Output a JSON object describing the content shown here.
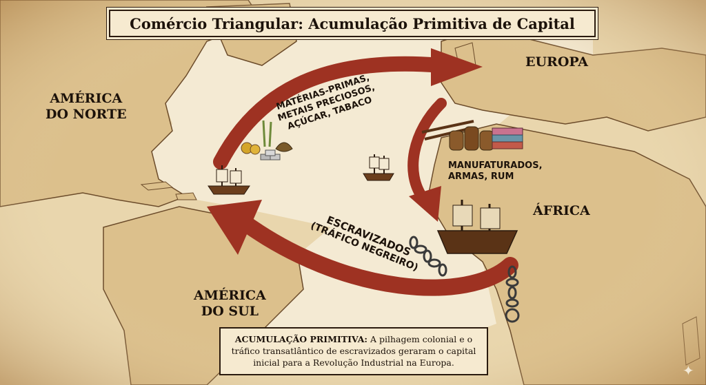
{
  "title": "Comércio Triangular: Acumulação Primitiva de Capital",
  "regions": {
    "north_america": [
      "AMÉRICA",
      "DO NORTE"
    ],
    "south_america": [
      "AMÉRICA",
      "DO SUL"
    ],
    "europe": "EUROPA",
    "africa": "ÁFRICA"
  },
  "routes": {
    "to_europe": [
      "MATÉRIAS-PRIMAS,",
      "METAIS PRECIOSOS,",
      "AÇÚCAR, TABACO"
    ],
    "to_africa": [
      "MANUFATURADOS,",
      "ARMAS, RUM"
    ],
    "to_americas": [
      "ESCRAVIZADOS",
      "(TRÁFICO NEGREIRO)"
    ]
  },
  "note": {
    "label": "ACUMULAÇÃO PRIMITIVA:",
    "text": " A pilhagem colonial e o tráfico transatlântico de escravizados geraram o capital inicial para a Revolução Industrial na Europa."
  },
  "colors": {
    "parchment": "#e9d6ad",
    "ocean": "#f4ead3",
    "land": "#dcc08c",
    "arrow": "#9e3222",
    "ink": "#1c120a"
  },
  "icons": [
    "ship-icon",
    "gold-icon",
    "sugarcane-icon",
    "tobacco-icon",
    "silver-bars-icon",
    "musket-icon",
    "barrel-icon",
    "cloth-icon",
    "chain-icon",
    "sparkle-icon"
  ]
}
